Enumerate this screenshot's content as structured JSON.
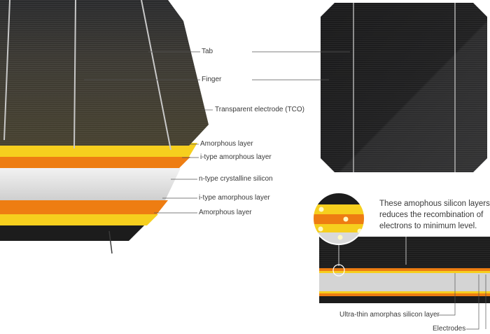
{
  "labels": {
    "tab": "Tab",
    "finger": "Finger",
    "tco": "Transparent electrode (TCO)",
    "amorphous_top": "Amorphous layer",
    "i_type_top": "i-type amorphous layer",
    "n_type": "n-type crystalline silicon",
    "i_type_bottom": "i-type amorphous layer",
    "amorphous_bottom": "Amorphous layer",
    "ultra_thin": "Ultra-thin amorphas silicon layer",
    "electrodes": "Electrodes"
  },
  "note": {
    "lines": [
      "These amophous silicon layers",
      "reduces the recombination of",
      "electrons to minimum level."
    ]
  },
  "colors": {
    "yellow": "#f6cf1e",
    "orange": "#ee7d12",
    "silver": "#d9d9d9",
    "dark": "#1c1c1c",
    "bus": "#c8c8c8"
  },
  "icons": {
    "zoom": "magnifier-circle-icon"
  }
}
